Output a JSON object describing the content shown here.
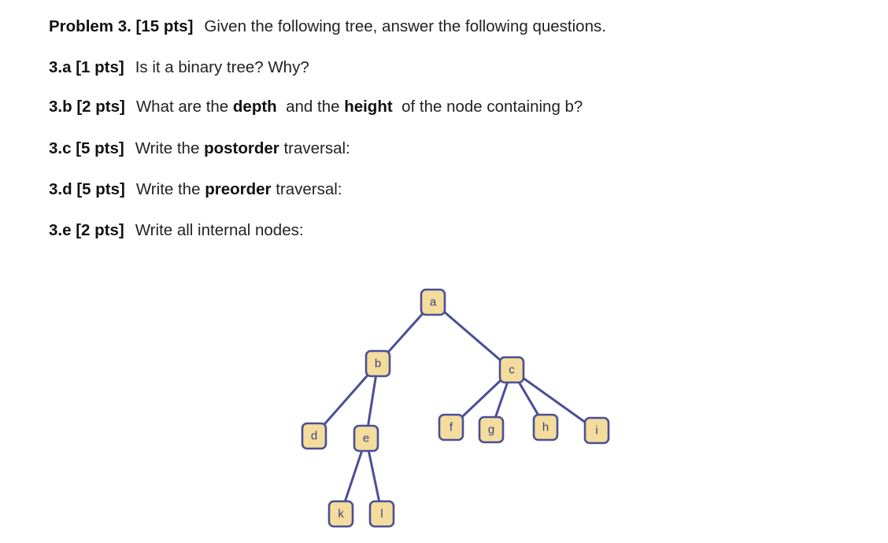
{
  "problem": {
    "label": "Problem 3. [15 pts]",
    "text": "Given the following tree, answer the following questions."
  },
  "questions": {
    "a": {
      "label": "3.a [1 pts]",
      "text": "Is it a binary tree? Why?"
    },
    "b": {
      "label": "3.b [2 pts]",
      "t1": "What are the ",
      "bold1": "depth",
      "t2": "and the ",
      "bold2": "height",
      "t3": "of the node containing b?"
    },
    "c": {
      "label": "3.c [5 pts]",
      "t1": "Write the ",
      "bold": "postorder",
      "t2": " traversal:"
    },
    "d": {
      "label": "3.d [5 pts]",
      "t1": "Write the ",
      "bold": "preorder",
      "t2": " traversal:"
    },
    "e": {
      "label": "3.e [2 pts]",
      "text": "Write all internal nodes:"
    }
  },
  "tree": {
    "nodes": {
      "a": "a",
      "b": "b",
      "c": "c",
      "d": "d",
      "e": "e",
      "f": "f",
      "g": "g",
      "h": "h",
      "i": "i",
      "k": "k",
      "l": "l"
    },
    "edges": [
      [
        "a",
        "b"
      ],
      [
        "a",
        "c"
      ],
      [
        "b",
        "d"
      ],
      [
        "b",
        "e"
      ],
      [
        "c",
        "f"
      ],
      [
        "c",
        "g"
      ],
      [
        "c",
        "h"
      ],
      [
        "c",
        "i"
      ],
      [
        "e",
        "k"
      ],
      [
        "e",
        "l"
      ]
    ],
    "colors": {
      "node_fill": "#f4dd9c",
      "node_border": "#4a4f96",
      "edge": "#4a4f96",
      "node_text": "#3a3f88"
    }
  }
}
